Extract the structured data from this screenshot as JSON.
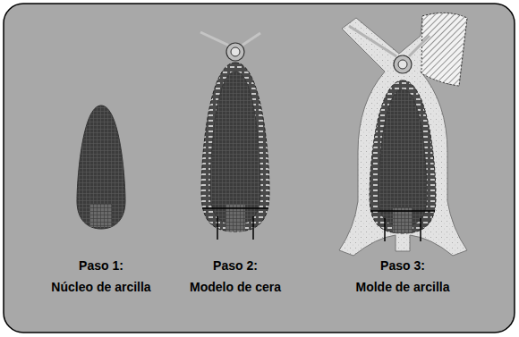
{
  "diagram": {
    "labels": [
      "Paso 1:",
      "Núcleo de arcilla",
      "Paso 2:",
      "Modelo de cera",
      "Paso 3:",
      "Molde de arcilla"
    ]
  }
}
